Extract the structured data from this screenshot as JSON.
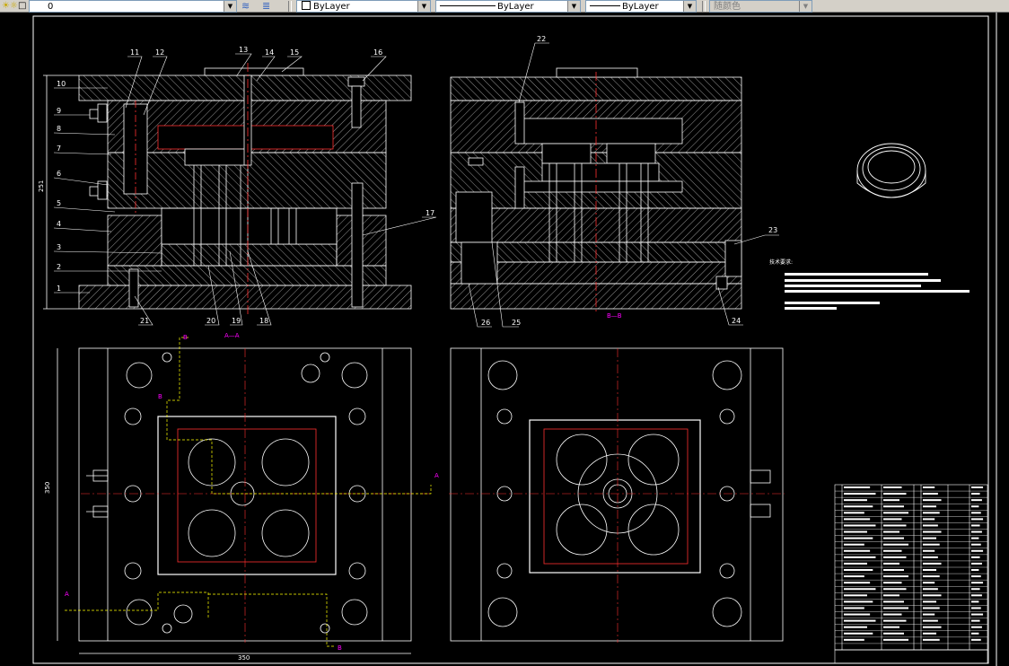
{
  "toolbar": {
    "layer_value": "0",
    "color_value": "ByLayer",
    "linetype_value": "ByLayer",
    "lineweight_value": "ByLayer",
    "plotstyle_value": "随颜色"
  },
  "drawing": {
    "view_labels": {
      "aa": "A—A",
      "bb": "B—B"
    },
    "dim_height": "251",
    "dim_width": "350",
    "dim_bottom": "350",
    "callouts": [
      "1",
      "2",
      "3",
      "4",
      "5",
      "6",
      "7",
      "8",
      "9",
      "10",
      "11",
      "12",
      "13",
      "14",
      "15",
      "16",
      "17",
      "18",
      "19",
      "20",
      "21",
      "22",
      "23",
      "24",
      "25",
      "26"
    ],
    "section_marks": [
      "A",
      "B"
    ],
    "tech_req_title": "技术要求:"
  },
  "colors": {
    "background": "#000000",
    "outline": "#ffffff",
    "centerline": "#ff3030",
    "section": "#ffff00",
    "section_label": "#ff00ff",
    "hidden": "#ff00ff"
  }
}
